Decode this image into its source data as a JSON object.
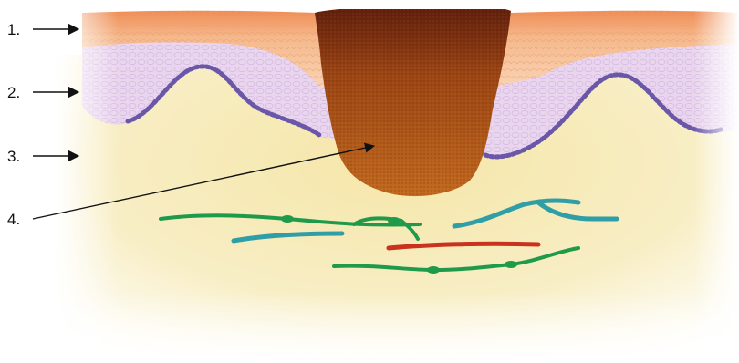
{
  "diagram": {
    "labels": [
      {
        "id": "1",
        "text": "1."
      },
      {
        "id": "2",
        "text": "2."
      },
      {
        "id": "3",
        "text": "3."
      },
      {
        "id": "4",
        "text": "4."
      }
    ],
    "colors": {
      "stratum_corneum": "#f4b98c",
      "epidermis": "#ead7ef",
      "basal_cells": "#6a57a8",
      "dermis": "#f7eab6",
      "plug_dark": "#6b2410",
      "plug_light": "#c06a22",
      "nerve_green": "#1f9a4a",
      "vessel_teal": "#2f9ea6",
      "vessel_red": "#c8321e"
    }
  }
}
